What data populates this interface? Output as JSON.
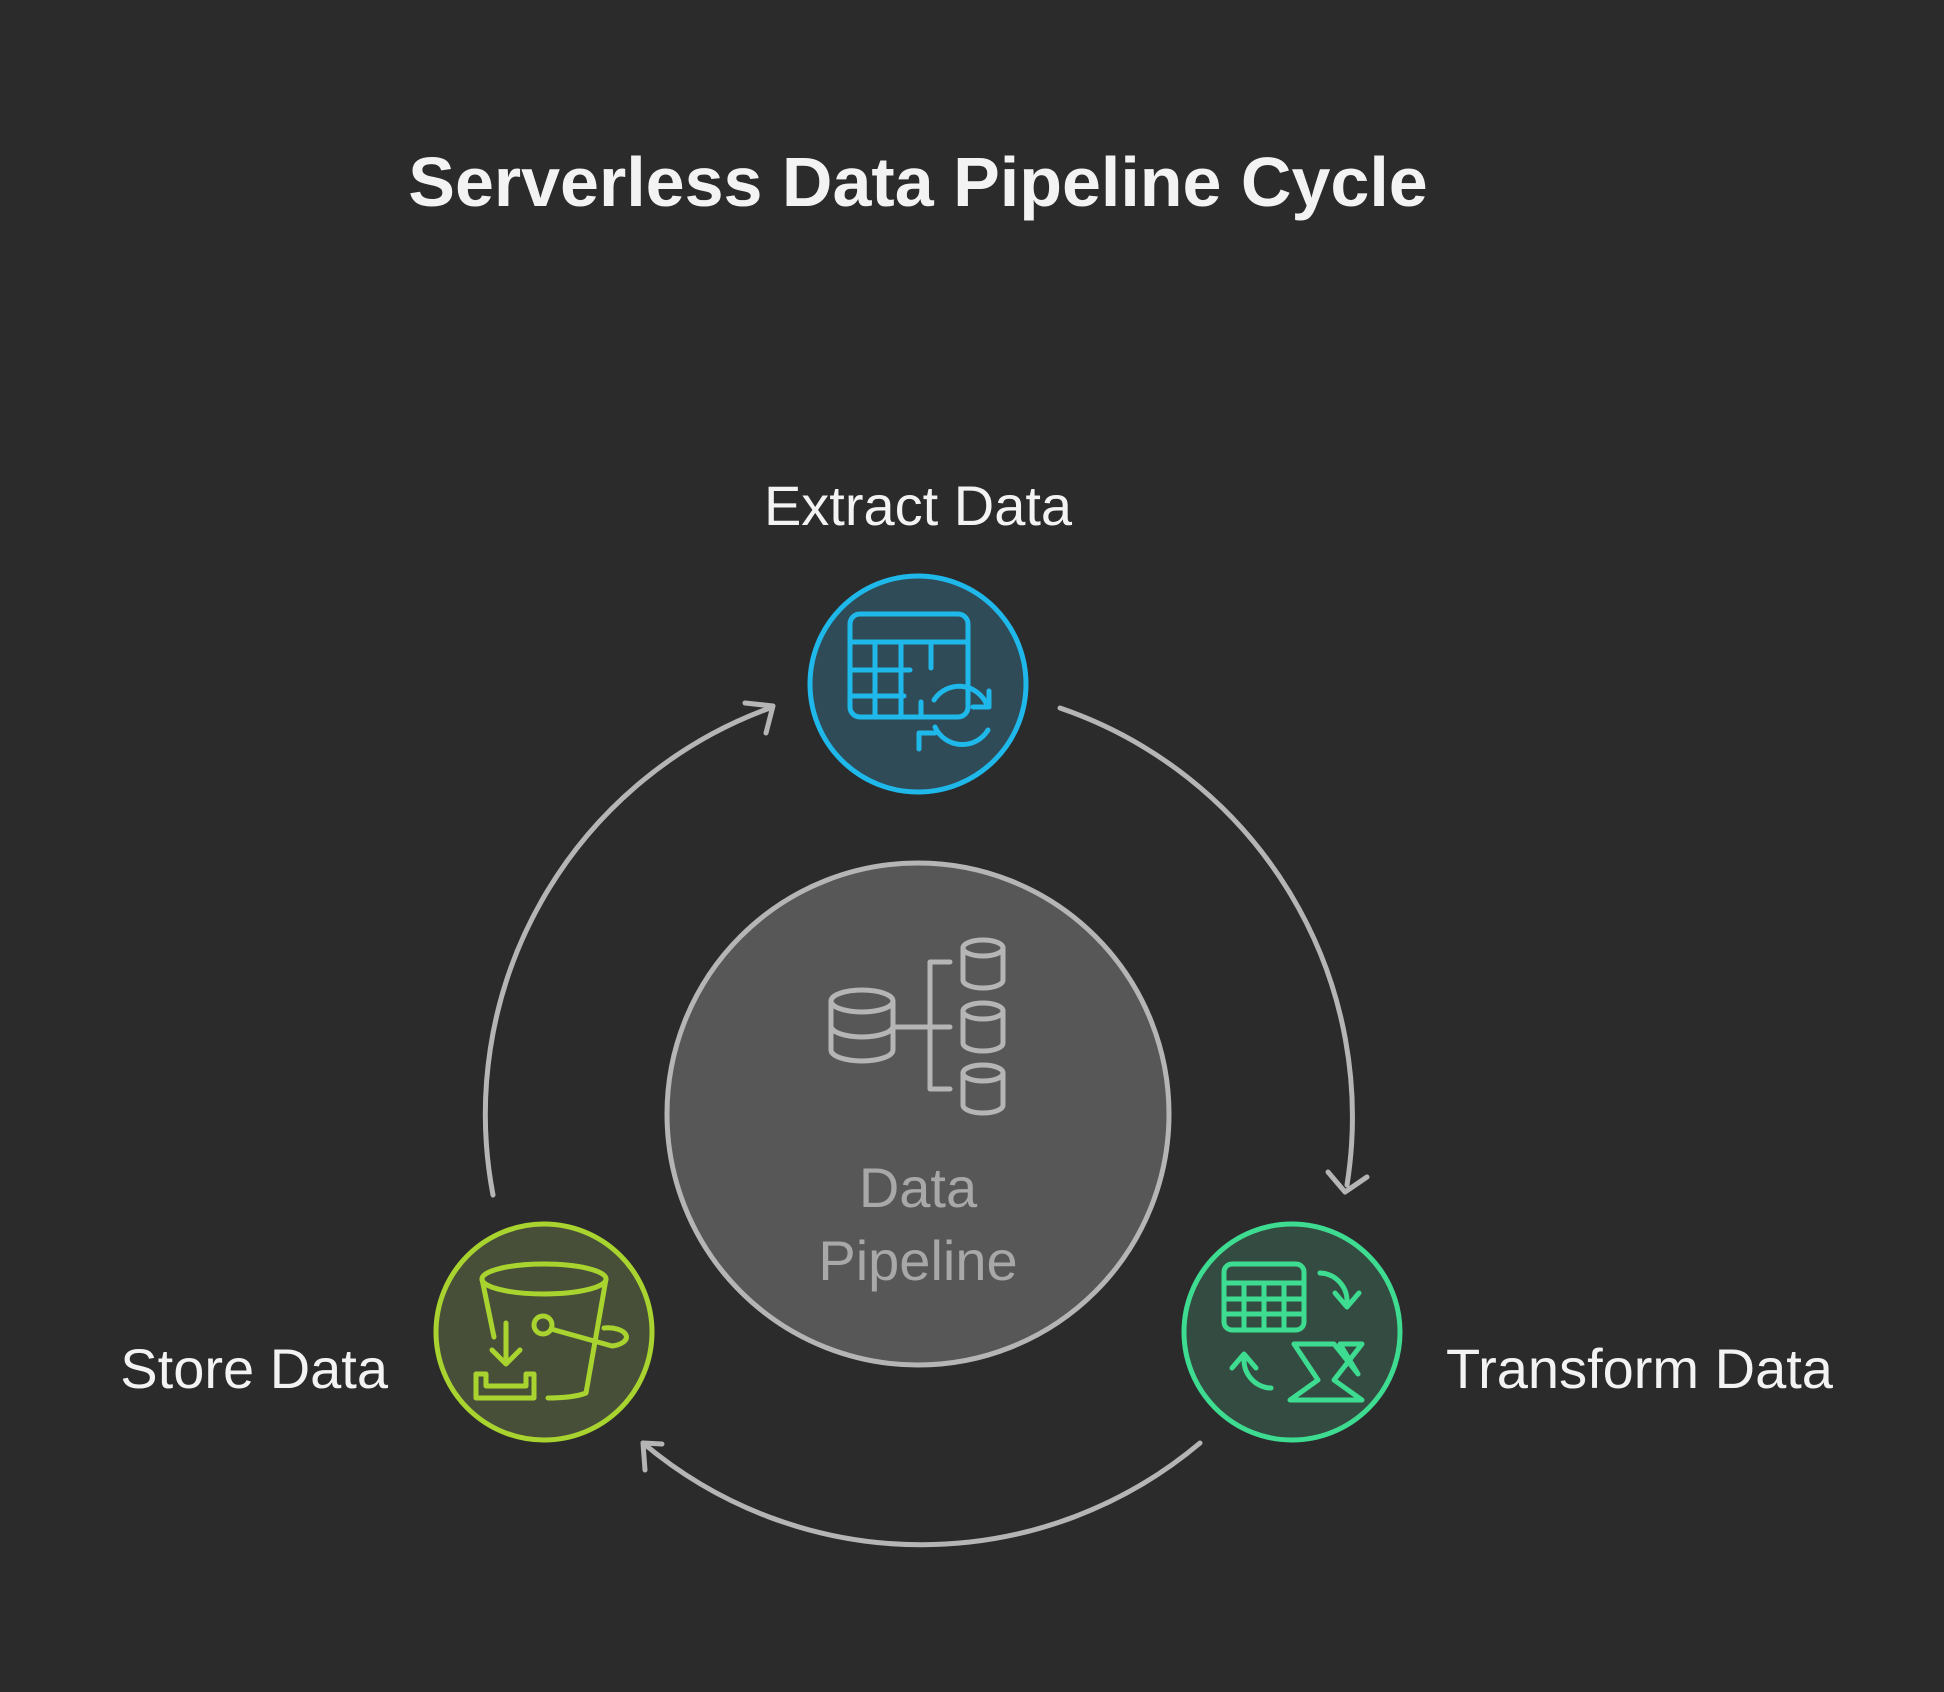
{
  "title": "Serverless Data Pipeline Cycle",
  "center": {
    "label_line1": "Data",
    "label_line2": "Pipeline",
    "icon": "database-tree-icon"
  },
  "nodes": [
    {
      "id": "extract",
      "label": "Extract Data",
      "icon": "table-refresh-icon",
      "color": "#1fb8ea",
      "fill": "#2f4b57"
    },
    {
      "id": "transform",
      "label": "Transform Data",
      "icon": "spreadsheet-transform-icon",
      "color": "#3ddc91",
      "fill": "#344b41"
    },
    {
      "id": "store",
      "label": "Store Data",
      "icon": "bucket-store-icon",
      "color": "#a9d42f",
      "fill": "#484f39"
    }
  ],
  "colors": {
    "background": "#2b2b2b",
    "arrow": "#b5b5b5",
    "center_fill": "#575757",
    "center_stroke": "#b5b5b5",
    "text": "#f3f3f3",
    "center_text": "#a8a8a8"
  }
}
